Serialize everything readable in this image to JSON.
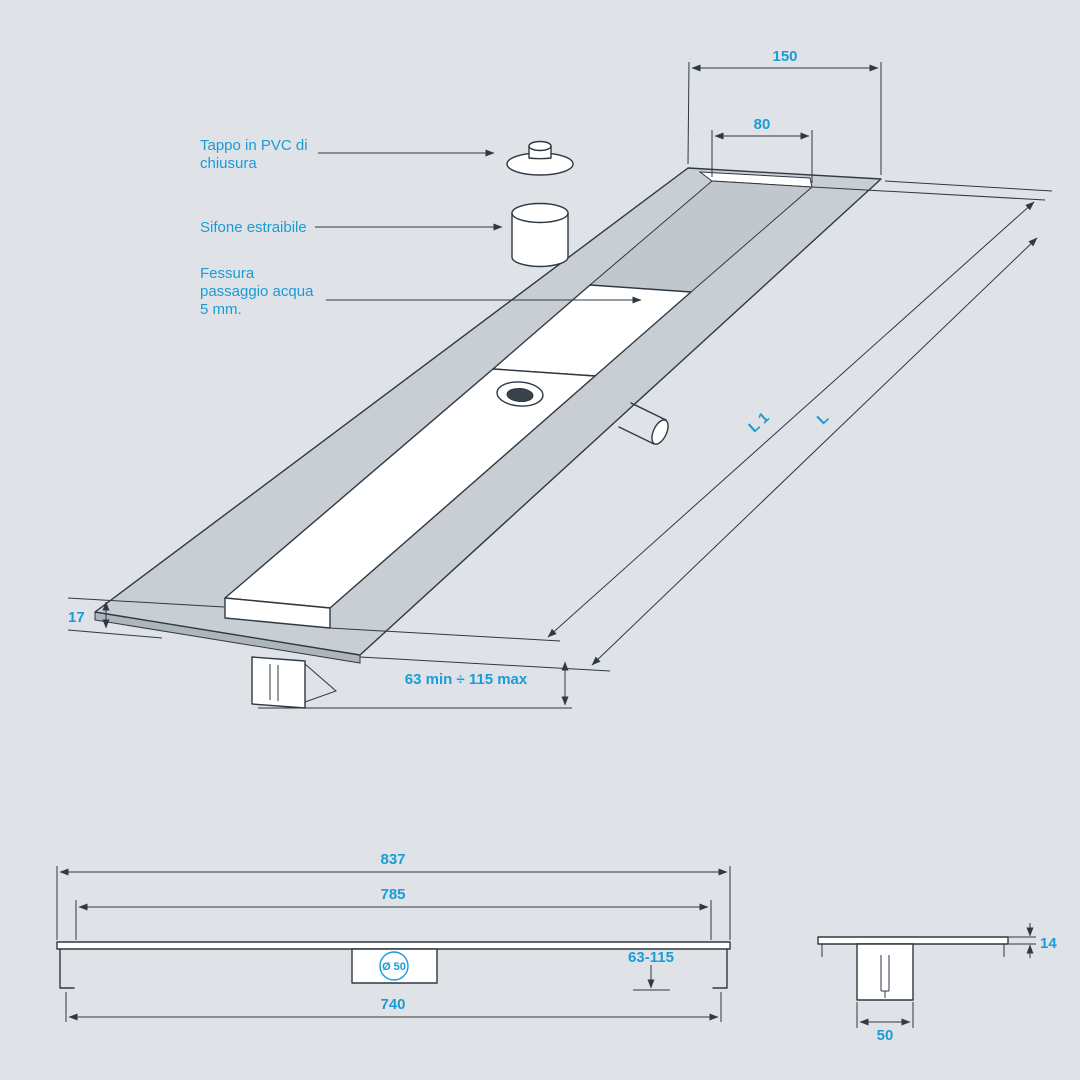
{
  "colors": {
    "background": "#dfe2e6",
    "line": "#2d3943",
    "accent": "#199cd8",
    "plate_gray": "#c9ced4",
    "interior_gray": "#c2c7cd",
    "white": "#ffffff"
  },
  "isometric": {
    "callouts": {
      "cap_line1": "Tappo in PVC di",
      "cap_line2": "chiusura",
      "siphon": "Sifone estraibile",
      "slot_line1": "Fessura",
      "slot_line2": "passaggio acqua",
      "slot_line3": "5 mm."
    },
    "dimensions": {
      "plate_width": "150",
      "grate_width": "80",
      "grate_length": "L 1",
      "plate_length": "L",
      "flange_lip": "17",
      "depth_range": "63 min ÷ 115 max"
    }
  },
  "side_view": {
    "dimensions": {
      "overall_length": "837",
      "grate_length": "785",
      "base_length": "740",
      "outlet_diameter": "Ø 50",
      "depth_range": "63-115"
    }
  },
  "section_view": {
    "dimensions": {
      "flange_height": "14",
      "channel_width": "50"
    }
  }
}
